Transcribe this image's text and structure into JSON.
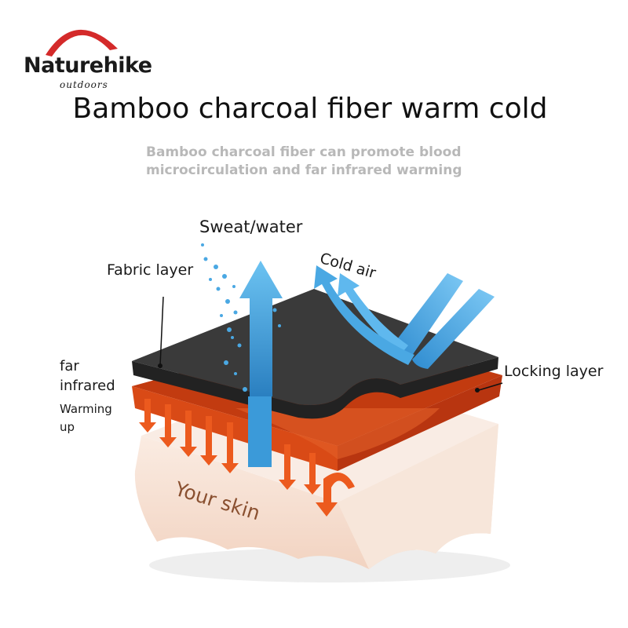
{
  "brand": {
    "name": "Naturehike",
    "sub": "outdoors"
  },
  "title": "Bamboo charcoal fiber warm cold",
  "subtitle": {
    "line1": "Bamboo charcoal fiber can promote blood",
    "line2": "microcirculation and far infrared warming"
  },
  "labels": {
    "sweat": "Sweat/water",
    "cold_air": "Cold air",
    "fabric_layer": "Fabric layer",
    "locking_layer": "Locking layer",
    "far_infrared_1": "far",
    "far_infrared_2": "infrared",
    "warming_1": "Warming",
    "warming_2": "up",
    "skin": "Your skin"
  },
  "colors": {
    "brand_arc": "#d42a2a",
    "fabric": "#3a3a3a",
    "locking": "#d94a16",
    "skin": "#f6e2d6",
    "arrow_blue": "#3b9ad9",
    "arrow_orange": "#ec5a1e"
  }
}
